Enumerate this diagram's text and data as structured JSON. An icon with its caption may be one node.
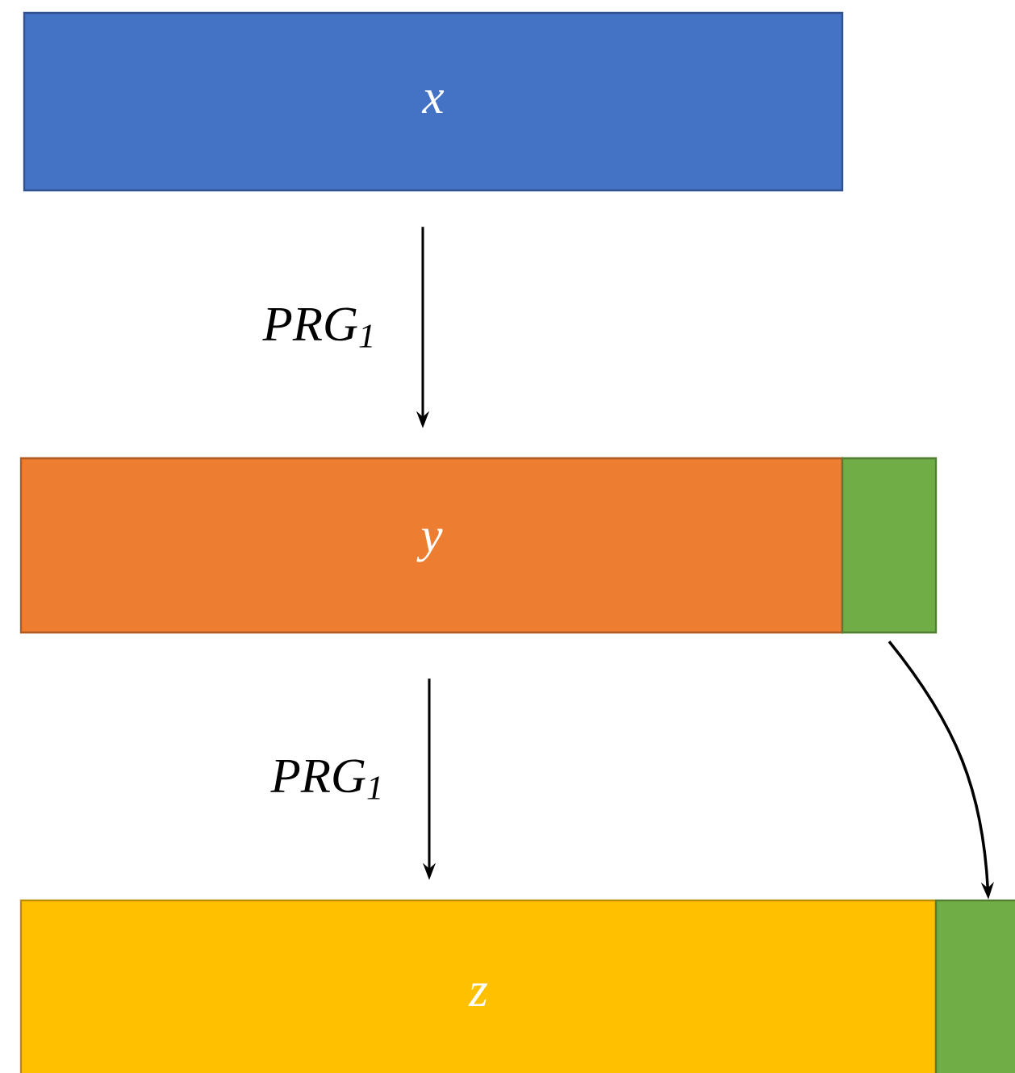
{
  "diagram": {
    "nodes": [
      {
        "text": [
          "x"
        ]
      },
      {
        "text": [
          "y"
        ]
      },
      {
        "text": [],
        "shape": "box"
      },
      {
        "text": [
          "z"
        ]
      },
      {
        "text": [],
        "shape": "box"
      }
    ],
    "edges": [
      {
        "from": 0,
        "to": 1,
        "arrow": "to",
        "label": "PRG$_{1}$"
      },
      {
        "from": 1,
        "to": 3,
        "arrow": "to",
        "label": "PRG$_{1}$"
      },
      {
        "from": 2,
        "to": 4,
        "arrow": "to"
      }
    ]
  }
}
